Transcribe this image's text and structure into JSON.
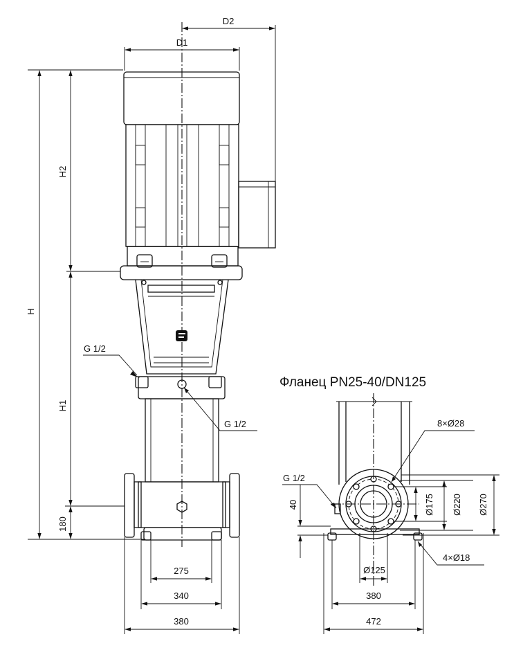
{
  "front_view": {
    "labels": {
      "d1": "D1",
      "d2": "D2",
      "h": "H",
      "h1": "H1",
      "h2": "H2",
      "port_top": "G 1/2",
      "port_mid": "G 1/2",
      "base_height": "180",
      "width_275": "275",
      "width_340": "340",
      "width_380": "380"
    }
  },
  "flange_view": {
    "title": "Фланец PN25-40/DN125",
    "labels": {
      "holes": "8×Ø28",
      "port": "G 1/2",
      "height_40": "40",
      "dia_175": "Ø175",
      "dia_220": "Ø220",
      "dia_270": "Ø270",
      "dia_125": "Ø125",
      "base_holes": "4×Ø18",
      "width_380": "380",
      "width_472": "472"
    }
  }
}
